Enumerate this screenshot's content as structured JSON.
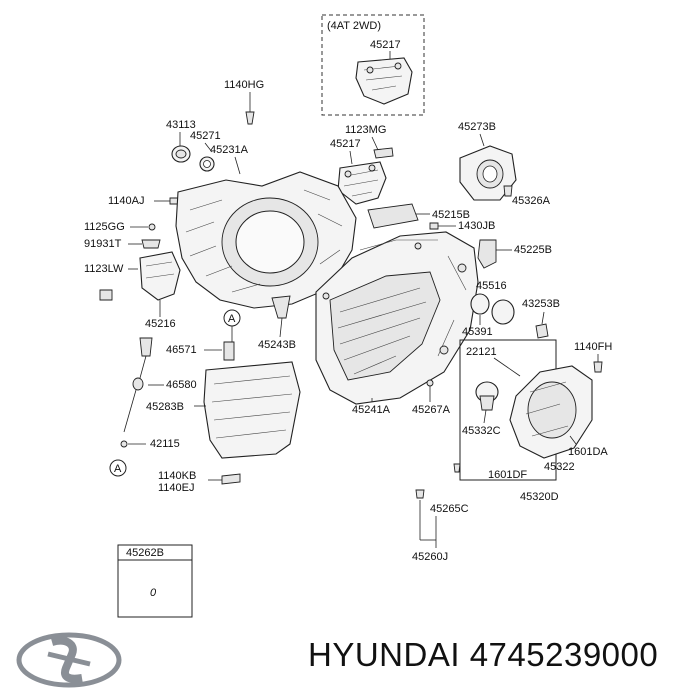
{
  "variant_box": {
    "title": "(4AT 2WD)",
    "part": "45217"
  },
  "labels": {
    "l1140HG": "1140HG",
    "l43113": "43113",
    "l45271": "45271",
    "l45231A": "45231A",
    "l1123MG": "1123MG",
    "l45217": "45217",
    "l45273B": "45273B",
    "l1140AJ": "1140AJ",
    "l1125GG": "1125GG",
    "l91931T": "91931T",
    "l1123LW": "1123LW",
    "l45326A": "45326A",
    "l45215B": "45215B",
    "l1430JB": "1430JB",
    "l45225B": "45225B",
    "l45516": "45516",
    "l43253B": "43253B",
    "l45391": "45391",
    "l45216": "45216",
    "l45243B": "45243B",
    "l46571": "46571",
    "l46580": "46580",
    "l45283B": "45283B",
    "l42115": "42115",
    "l22121": "22121",
    "l1140FH": "1140FH",
    "l45332C": "45332C",
    "l45241A": "45241A",
    "l45267A": "45267A",
    "l1601DA": "1601DA",
    "l45322": "45322",
    "l1601DF": "1601DF",
    "l1140KB": "1140KB",
    "l1140EJ": "1140EJ",
    "l45320D": "45320D",
    "l45265C": "45265C",
    "l45260J": "45260J",
    "callout": "A"
  },
  "inset": {
    "part": "45262B",
    "symbol": "0"
  },
  "footer": {
    "brand": "HYUNDAI",
    "part_number": "4745239000",
    "logo": "hyundai-logo"
  }
}
